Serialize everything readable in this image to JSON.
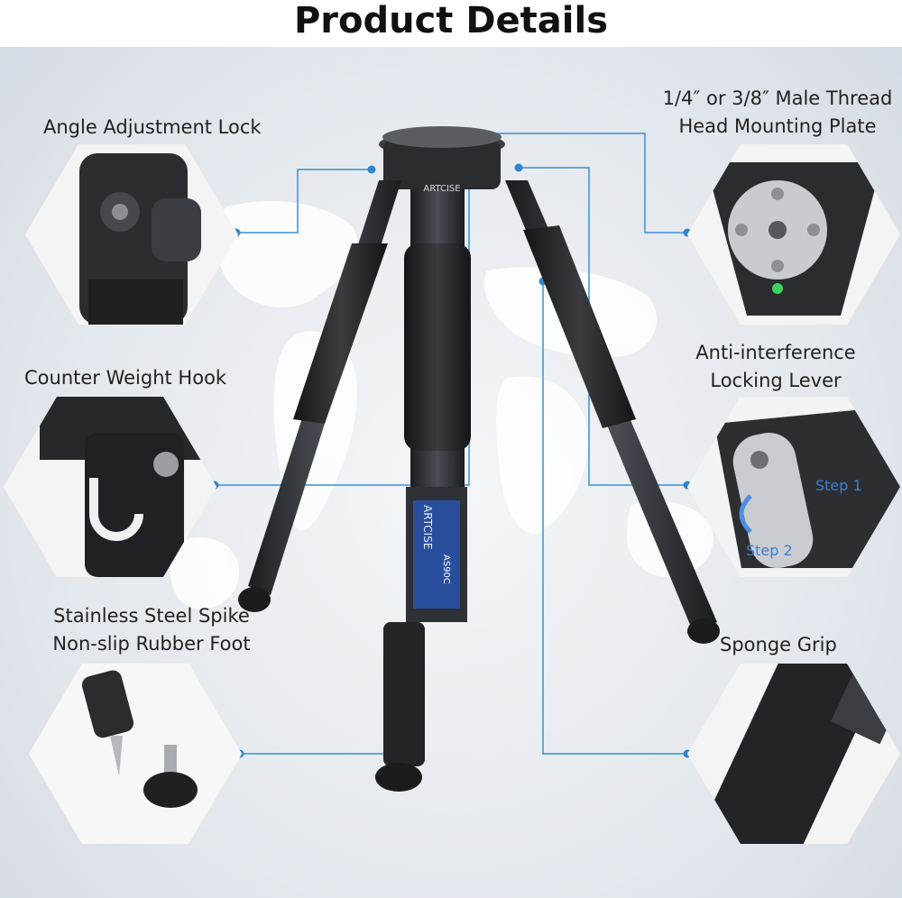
{
  "header": {
    "title": "Product Details"
  },
  "features": {
    "angle_lock": "Angle Adjustment Lock",
    "counter_weight": "Counter Weight Hook",
    "spike_line1": "Stainless Steel Spike",
    "spike_line2": "Non-slip Rubber Foot",
    "thread_line1": "1/4″ or 3/8″ Male Thread",
    "thread_line2": "Head Mounting Plate",
    "lever_line1": "Anti-interference",
    "lever_line2": "Locking Lever",
    "sponge": "Sponge Grip"
  },
  "callouts": {
    "step1": "Step 1",
    "step2": "Step 2"
  },
  "product": {
    "brand": "ARTCISE",
    "model": "AS90C"
  },
  "colors": {
    "callout_line": "#3a8fd6",
    "dot": "#2f86d0",
    "step_text": "#3a7fd0"
  }
}
